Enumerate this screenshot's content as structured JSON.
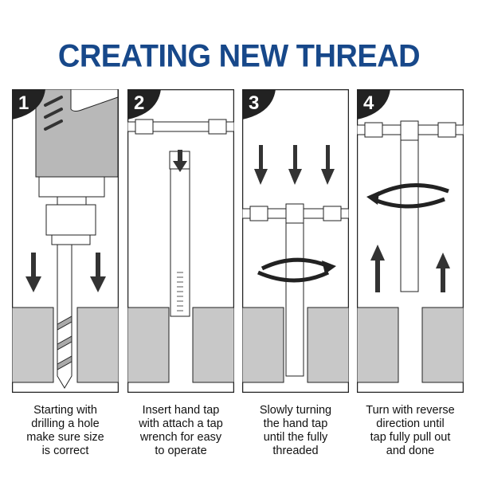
{
  "title": "CREATING NEW THREAD",
  "steps": [
    {
      "number": "1",
      "caption": [
        "Starting with",
        "drilling a hole",
        "make sure size",
        "is correct"
      ]
    },
    {
      "number": "2",
      "caption": [
        "Insert hand tap",
        "with attach a tap",
        "wrench for easy",
        "to operate"
      ]
    },
    {
      "number": "3",
      "caption": [
        "Slowly turning",
        "the hand tap",
        "until the fully",
        "threaded"
      ]
    },
    {
      "number": "4",
      "caption": [
        "Turn with reverse",
        "direction until",
        "tap fully pull out",
        "and done"
      ]
    }
  ],
  "colors": {
    "title": "#17488a",
    "block": "#c8c8c8",
    "badge": "#222222"
  }
}
